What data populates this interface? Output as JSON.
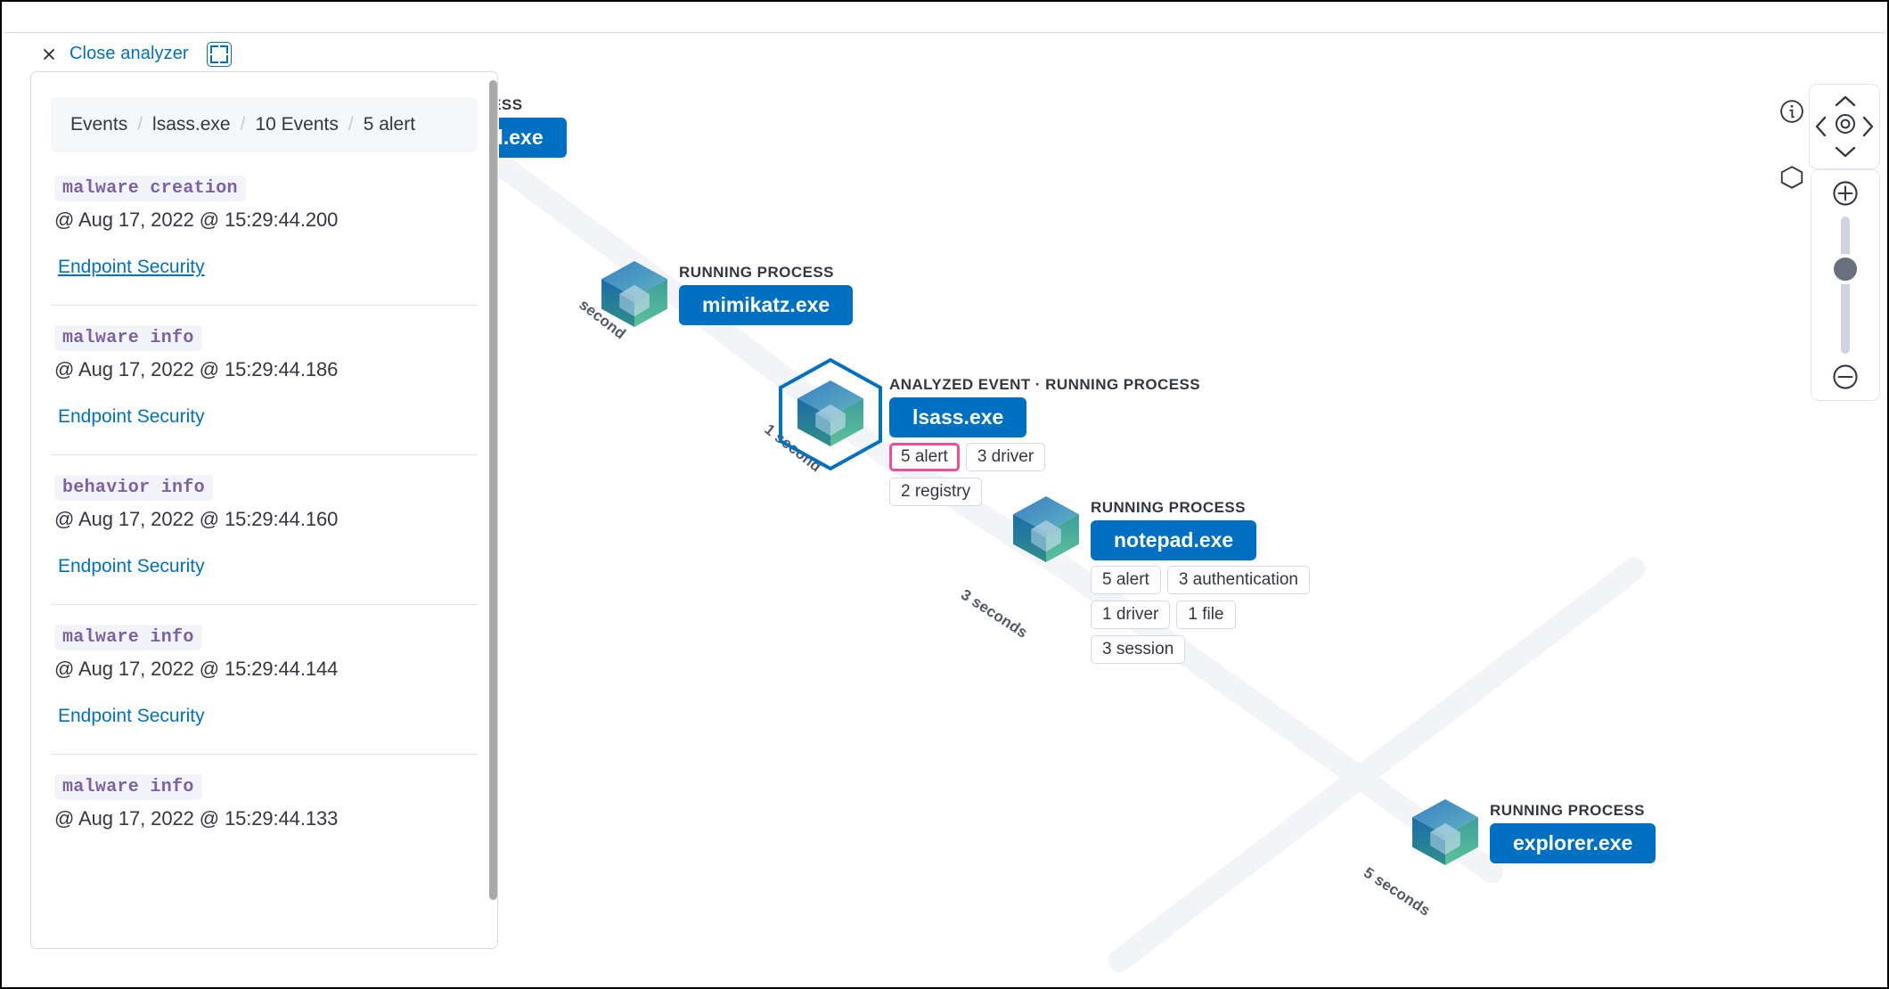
{
  "toolbar": {
    "close_label": "Close analyzer",
    "close_icon": "close-icon",
    "fullscreen_icon": "fullscreen-icon"
  },
  "panel": {
    "breadcrumb": [
      "Events",
      "lsass.exe",
      "10 Events",
      "5 alert"
    ],
    "events": [
      {
        "kind": "malware creation",
        "time": "@ Aug 17, 2022 @ 15:29:44.200",
        "source": "Endpoint Security",
        "hovered": true
      },
      {
        "kind": "malware info",
        "time": "@ Aug 17, 2022 @ 15:29:44.186",
        "source": "Endpoint Security",
        "hovered": false
      },
      {
        "kind": "behavior info",
        "time": "@ Aug 17, 2022 @ 15:29:44.160",
        "source": "Endpoint Security",
        "hovered": false
      },
      {
        "kind": "malware info",
        "time": "@ Aug 17, 2022 @ 15:29:44.144",
        "source": "Endpoint Security",
        "hovered": false
      },
      {
        "kind": "malware info",
        "time": "@ Aug 17, 2022 @ 15:29:44.133",
        "source": "",
        "hovered": false
      }
    ]
  },
  "graph": {
    "nodes": [
      {
        "id": "notepad-top",
        "type_label": "ROCESS",
        "name": "ad.exe",
        "clipped": true,
        "analyzed": false,
        "badges": []
      },
      {
        "id": "mimikatz",
        "type_label": "RUNNING PROCESS",
        "name": "mimikatz.exe",
        "clipped": false,
        "analyzed": false,
        "badges": []
      },
      {
        "id": "lsass",
        "type_label": "ANALYZED EVENT · RUNNING PROCESS",
        "name": "lsass.exe",
        "clipped": false,
        "analyzed": true,
        "badges": [
          {
            "label": "5 alert",
            "highlight": true
          },
          {
            "label": "3 driver",
            "highlight": false
          },
          {
            "label": "2 registry",
            "highlight": false
          }
        ]
      },
      {
        "id": "notepad",
        "type_label": "RUNNING PROCESS",
        "name": "notepad.exe",
        "clipped": false,
        "analyzed": false,
        "badges": [
          {
            "label": "5 alert",
            "highlight": false
          },
          {
            "label": "3 authentication",
            "highlight": false
          },
          {
            "label": "1 driver",
            "highlight": false
          },
          {
            "label": "1 file",
            "highlight": false
          },
          {
            "label": "3 session",
            "highlight": false
          }
        ]
      },
      {
        "id": "explorer",
        "type_label": "RUNNING PROCESS",
        "name": "explorer.exe",
        "clipped": false,
        "analyzed": false,
        "badges": []
      }
    ],
    "edge_labels": [
      "second",
      "1 second",
      "3 seconds",
      "5 seconds"
    ]
  },
  "controls": {
    "info_icon": "info-icon",
    "hexagon_icon": "hexagon-icon",
    "pan_up_icon": "chevron-up-icon",
    "pan_down_icon": "chevron-down-icon",
    "pan_left_icon": "chevron-left-icon",
    "pan_right_icon": "chevron-right-icon",
    "center_icon": "crosshair-icon",
    "zoom_in_icon": "plus-circle-icon",
    "zoom_out_icon": "minus-circle-icon",
    "zoom_thumb_position_pct": 38
  },
  "colors": {
    "accent": "#0071c2",
    "highlight": "#f04e98",
    "text": "#343741",
    "mono_text": "#7b61a8"
  }
}
